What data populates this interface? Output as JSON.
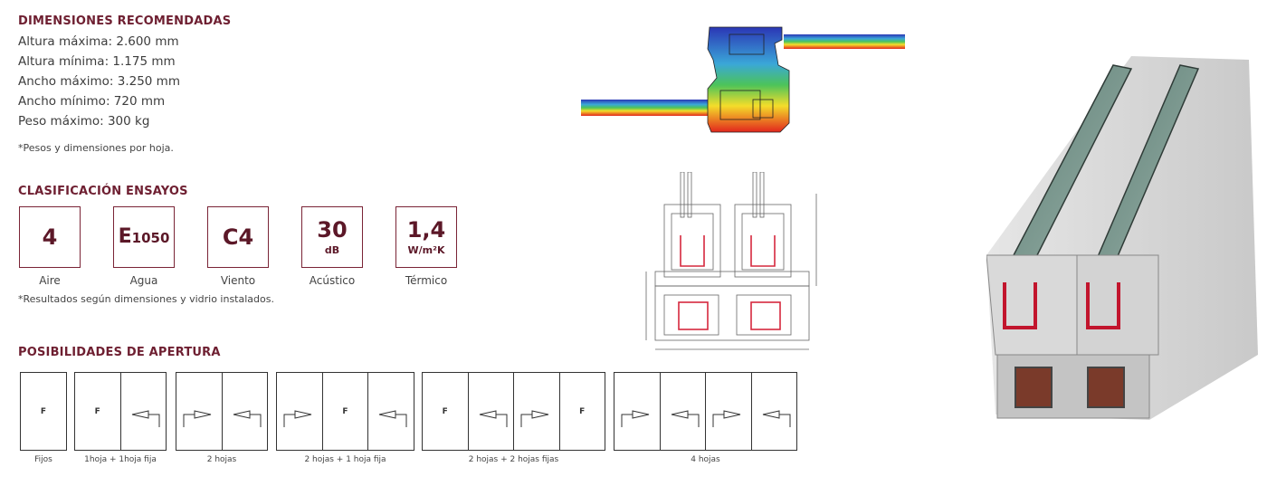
{
  "dimensions": {
    "title": "DIMENSIONES RECOMENDADAS",
    "lines": [
      "Altura máxima: 2.600 mm",
      "Altura mínima: 1.175 mm",
      "Ancho máximo: 3.250 mm",
      "Ancho mínimo: 720 mm",
      "Peso máximo: 300 kg"
    ],
    "note": "*Pesos y dimensiones por hoja."
  },
  "tests": {
    "title": "CLASIFICACIÓN ENSAYOS",
    "badges": [
      {
        "value": "4",
        "unit": "",
        "label": "Aire"
      },
      {
        "value": "E",
        "value_sub": "1050",
        "unit": "",
        "label": "Agua"
      },
      {
        "value": "C4",
        "unit": "",
        "label": "Viento"
      },
      {
        "value": "30",
        "unit": "dB",
        "label": "Acústico"
      },
      {
        "value": "1,4",
        "unit": "W/m²K",
        "label": "Térmico"
      }
    ],
    "note": "*Resultados según dimensiones y vidrio instalados."
  },
  "openings": {
    "title": "POSIBILIDADES DE APERTURA",
    "fixed_mark": "F",
    "items": [
      {
        "label": "Fijos",
        "panes": [
          "F"
        ]
      },
      {
        "label": "1hoja + 1hoja fija",
        "panes": [
          "F",
          "left"
        ]
      },
      {
        "label": "2 hojas",
        "panes": [
          "right",
          "left"
        ]
      },
      {
        "label": "2 hojas + 1 hoja fija",
        "panes": [
          "right",
          "F",
          "left"
        ]
      },
      {
        "label": "2 hojas + 2 hojas fijas",
        "panes": [
          "F",
          "left",
          "right",
          "F"
        ]
      },
      {
        "label": "4 hojas",
        "panes": [
          "right",
          "left",
          "right",
          "left"
        ]
      }
    ]
  },
  "colors": {
    "accent": "#6e1f31",
    "badge_border": "#7a2436"
  }
}
